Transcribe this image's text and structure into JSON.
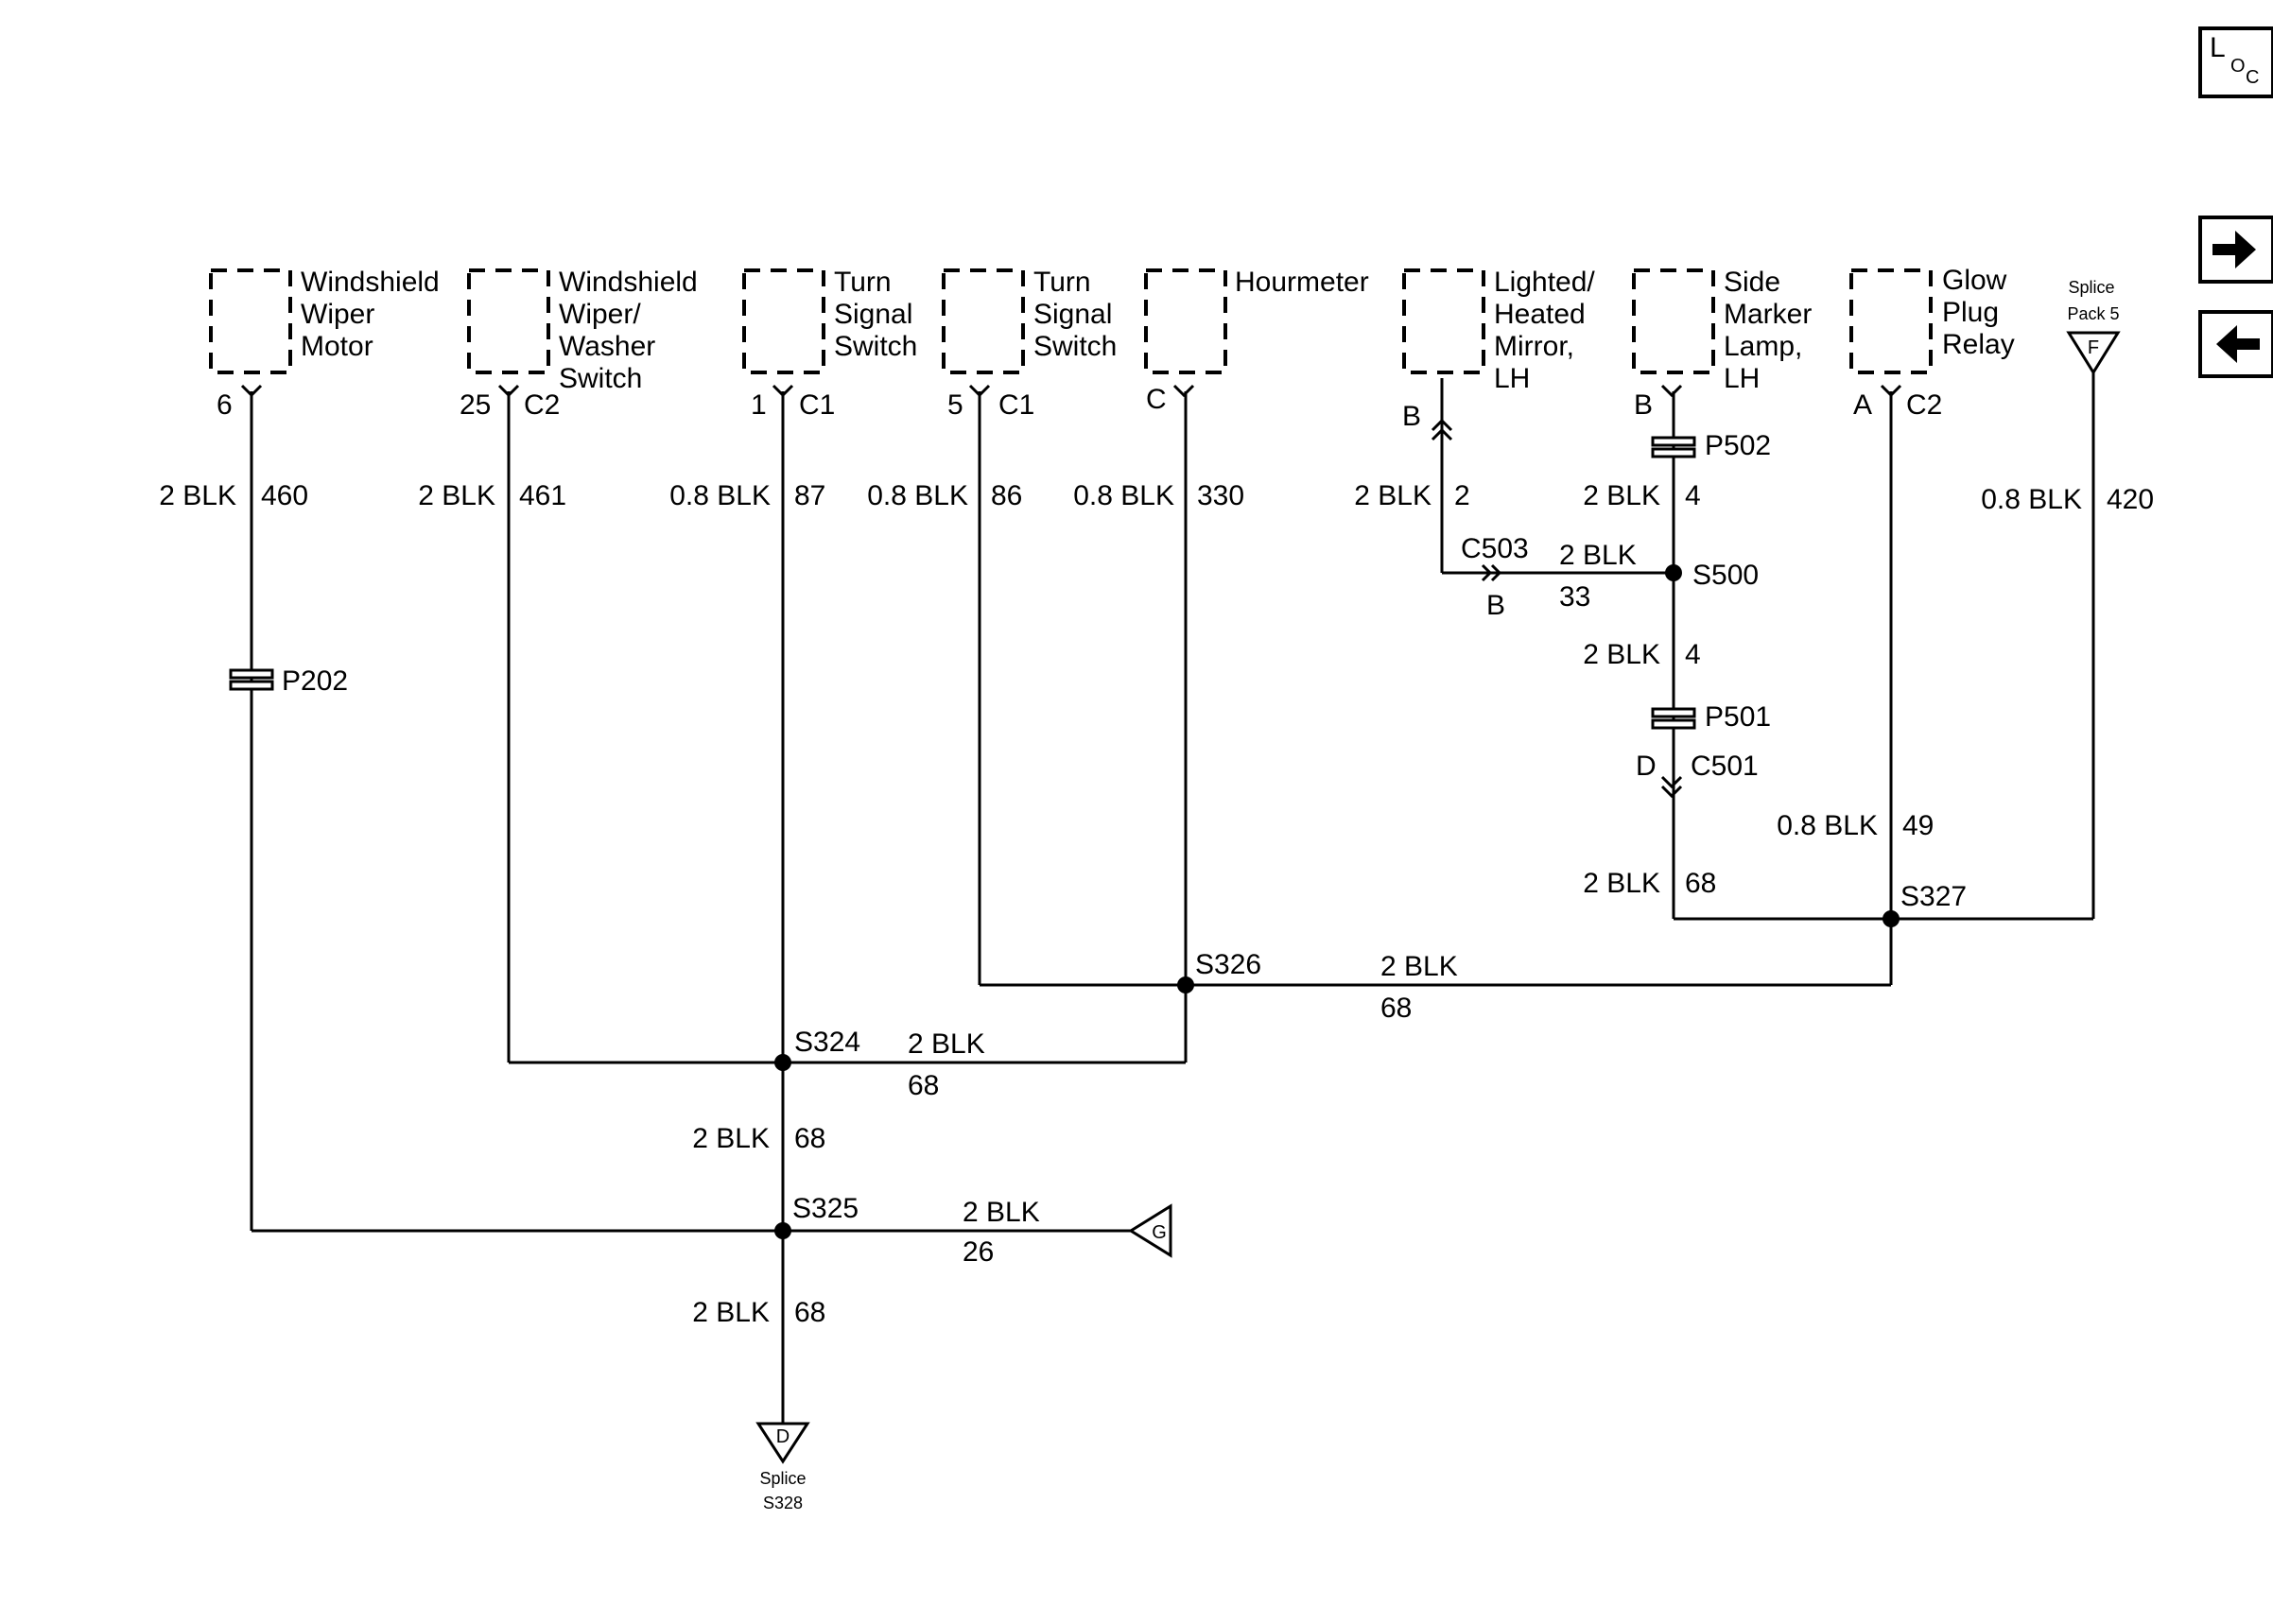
{
  "nav": {
    "loc_letters": [
      "L",
      "O",
      "C"
    ],
    "next_icon": "arrow-right-icon",
    "prev_icon": "arrow-left-icon",
    "loc_icon": "location-icon"
  },
  "components": [
    {
      "id": "wiper-motor",
      "lines": [
        "Windshield",
        "Wiper",
        "Motor"
      ],
      "pin": "6",
      "connector": ""
    },
    {
      "id": "wiper-washer-switch",
      "lines": [
        "Windshield",
        "Wiper/",
        "Washer",
        "Switch"
      ],
      "pin": "25",
      "connector": "C2"
    },
    {
      "id": "turn-signal-switch-1",
      "lines": [
        "Turn",
        "Signal",
        "Switch"
      ],
      "pin": "1",
      "connector": "C1"
    },
    {
      "id": "turn-signal-switch-2",
      "lines": [
        "Turn",
        "Signal",
        "Switch"
      ],
      "pin": "5",
      "connector": "C1"
    },
    {
      "id": "hourmeter",
      "lines": [
        "Hourmeter"
      ],
      "pin": "C",
      "connector": ""
    },
    {
      "id": "mirror",
      "lines": [
        "Lighted/",
        "Heated",
        "Mirror,",
        "LH"
      ],
      "pin": "B",
      "connector": ""
    },
    {
      "id": "side-marker",
      "lines": [
        "Side",
        "Marker",
        "Lamp,",
        "LH"
      ],
      "pin": "B",
      "connector": ""
    },
    {
      "id": "glow-plug-relay",
      "lines": [
        "Glow",
        "Plug",
        "Relay"
      ],
      "pin": "A",
      "connector": "C2"
    }
  ],
  "splice_pack": {
    "lines": [
      "Splice",
      "Pack 5"
    ],
    "letter": "F"
  },
  "wires": {
    "w460": {
      "spec": "2 BLK",
      "circuit": "460"
    },
    "w461": {
      "spec": "2 BLK",
      "circuit": "461"
    },
    "w87": {
      "spec": "0.8 BLK",
      "circuit": "87"
    },
    "w86": {
      "spec": "0.8 BLK",
      "circuit": "86"
    },
    "w330": {
      "spec": "0.8 BLK",
      "circuit": "330"
    },
    "w2": {
      "spec": "2 BLK",
      "circuit": "2"
    },
    "w4a": {
      "spec": "2 BLK",
      "circuit": "4"
    },
    "w420": {
      "spec": "0.8 BLK",
      "circuit": "420"
    },
    "w33": {
      "spec": "2 BLK",
      "circuit": "33"
    },
    "w4b": {
      "spec": "2 BLK",
      "circuit": "4"
    },
    "w49": {
      "spec": "0.8 BLK",
      "circuit": "49"
    },
    "w68a": {
      "spec": "2 BLK",
      "circuit": "68"
    },
    "w68s326": {
      "spec": "2 BLK",
      "circuit": "68"
    },
    "w68s324": {
      "spec": "2 BLK",
      "circuit": "68"
    },
    "w68v1": {
      "spec": "2 BLK",
      "circuit": "68"
    },
    "w26": {
      "spec": "2 BLK",
      "circuit": "26"
    },
    "w68v2": {
      "spec": "2 BLK",
      "circuit": "68"
    }
  },
  "inline": {
    "p202": "P202",
    "p502": "P502",
    "p501": "P501",
    "c503": "C503",
    "c503_pin_top": "B",
    "c503_pin_bottom": "B",
    "c501": "C501",
    "c501_pin": "D"
  },
  "splices": {
    "s500": "S500",
    "s327": "S327",
    "s326": "S326",
    "s324": "S324",
    "s325": "S325"
  },
  "ground": {
    "letter": "G"
  },
  "bottom_ref": {
    "letter": "D",
    "lines": [
      "Splice",
      "S328"
    ]
  }
}
